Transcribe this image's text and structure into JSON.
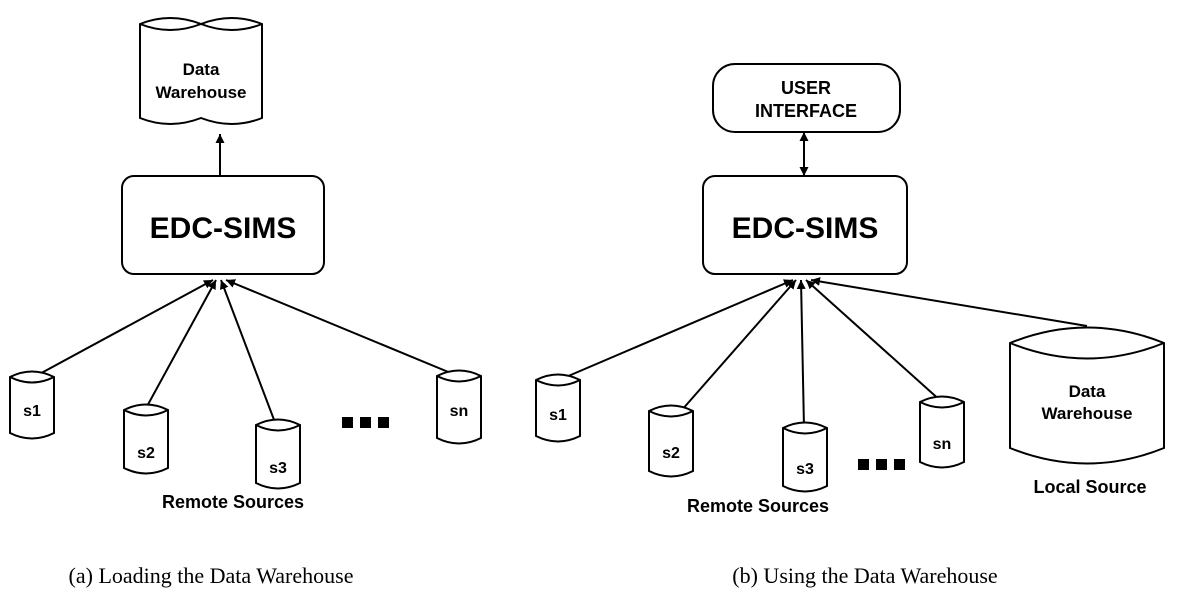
{
  "diagram_a": {
    "warehouse_line1": "Data",
    "warehouse_line2": "Warehouse",
    "system": "EDC-SIMS",
    "sources": [
      "s1",
      "s2",
      "s3",
      "sn"
    ],
    "sources_caption": "Remote Sources",
    "caption": "(a) Loading the Data Warehouse"
  },
  "diagram_b": {
    "ui_line1": "USER",
    "ui_line2": "INTERFACE",
    "system": "EDC-SIMS",
    "sources": [
      "s1",
      "s2",
      "s3",
      "sn"
    ],
    "sources_caption": "Remote Sources",
    "warehouse_line1": "Data",
    "warehouse_line2": "Warehouse",
    "local_caption": "Local Source",
    "caption": "(b) Using the Data Warehouse"
  }
}
